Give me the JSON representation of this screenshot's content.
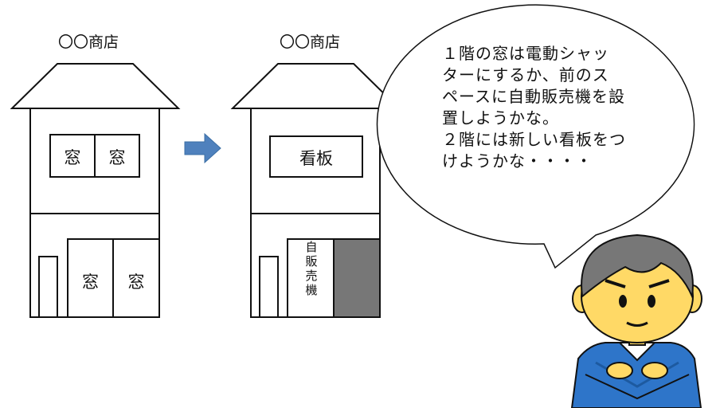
{
  "left_house": {
    "shop_name": "〇〇商店",
    "upper_window_left": "窓",
    "upper_window_right": "窓",
    "lower_window_left": "窓",
    "lower_window_right": "窓"
  },
  "right_house": {
    "shop_name": "〇〇商店",
    "signboard": "看板",
    "vending_machine": [
      "自",
      "販",
      "売",
      "機"
    ]
  },
  "speech_bubble": {
    "lines": [
      "１階の窓は電動シャッ",
      "ターにするか、前のス",
      "ペースに自動販売機を設",
      "置しようかな。",
      "２階には新しい看板をつ",
      "けようかな・・・・"
    ]
  },
  "colors": {
    "arrow": "#4f81bd",
    "shutter": "#777777",
    "shirt": "#2e75c9",
    "hair": "#777777",
    "skin": "#ffd966"
  }
}
